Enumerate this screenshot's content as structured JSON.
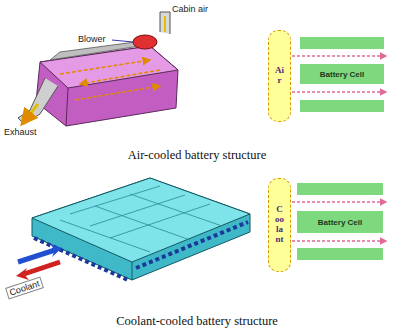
{
  "diagram": {
    "nodes": [
      {
        "text": [
          "Air"
        ]
      },
      {
        "text": [
          "Battery Cell"
        ]
      },
      {
        "text": [
          "Coolant"
        ]
      },
      {
        "text": [
          "Battery Cell"
        ]
      }
    ],
    "labels": [
      "Cabin air",
      "Blower",
      "Exhaust",
      "Air-cooled battery structure",
      "Coolant",
      "Coolant-cooled battery structure"
    ]
  }
}
